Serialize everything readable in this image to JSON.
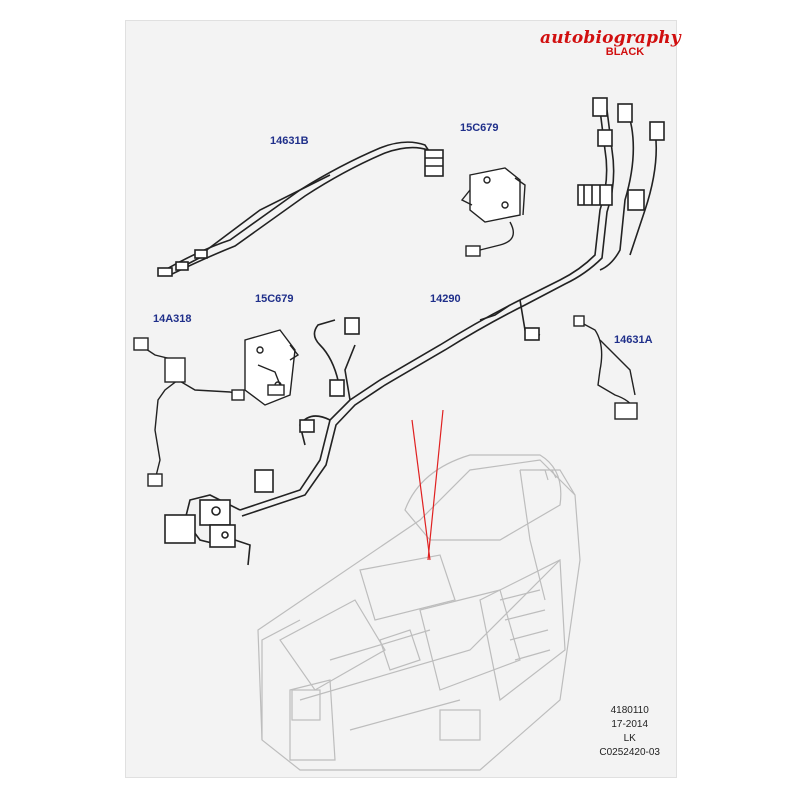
{
  "brand": {
    "script": "autobiography",
    "sub": "BLACK",
    "color": "#d10f0f"
  },
  "callouts": {
    "harness_b": "14631B",
    "module_upper": "15C679",
    "switch_left": "14A318",
    "module_lower": "15C679",
    "main_harness": "14290",
    "harness_a": "14631A"
  },
  "callout_color": "#1f2f8a",
  "reference": {
    "line1": "4180110",
    "line2": "17-2014",
    "line3": "LK",
    "line4": "C0252420-03"
  },
  "leader_line_color": "#e02020"
}
